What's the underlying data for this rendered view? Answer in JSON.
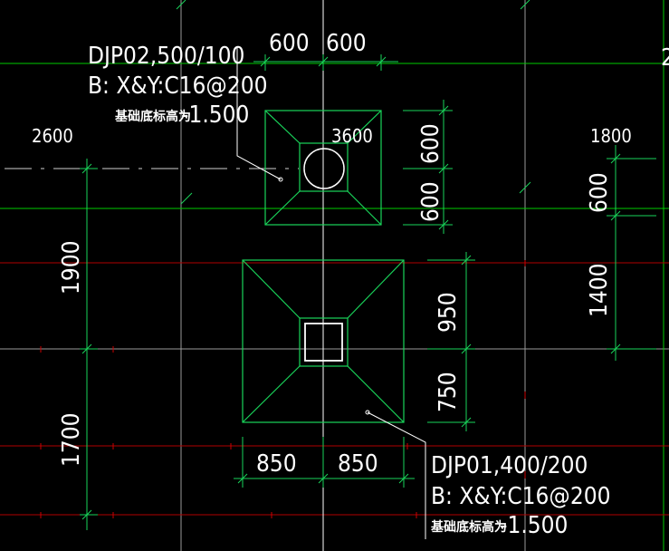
{
  "colors": {
    "background": "#000000",
    "axis_white": "#9a9a9a",
    "axis_green": "#00cc00",
    "axis_red": "#b00000",
    "footing": "#19d45a",
    "dimension": "#19d45a",
    "text": "#ffffff"
  },
  "labels": {
    "top_dims": [
      "600",
      "600"
    ],
    "span_left": "2600",
    "span_middle": "3600",
    "span_right": "1800",
    "right_dims_upper": [
      "600",
      "600"
    ],
    "right_dims_lower": [
      "950",
      "750"
    ],
    "far_right_dims": [
      "600",
      "1400"
    ],
    "left_dims": [
      "1900",
      "1700"
    ],
    "bottom_dims": [
      "850",
      "850"
    ],
    "edge_char": "2"
  },
  "footing_upper": {
    "name": "DJP02,500/100",
    "rebar": "B: X&Y:C16@200",
    "elev_prefix": "基础底标高为",
    "elev_value": "-1.500"
  },
  "footing_lower": {
    "name": "DJP01,400/200",
    "rebar": "B: X&Y:C16@200",
    "elev_prefix": "基础底标高为",
    "elev_value": "-1.500"
  }
}
